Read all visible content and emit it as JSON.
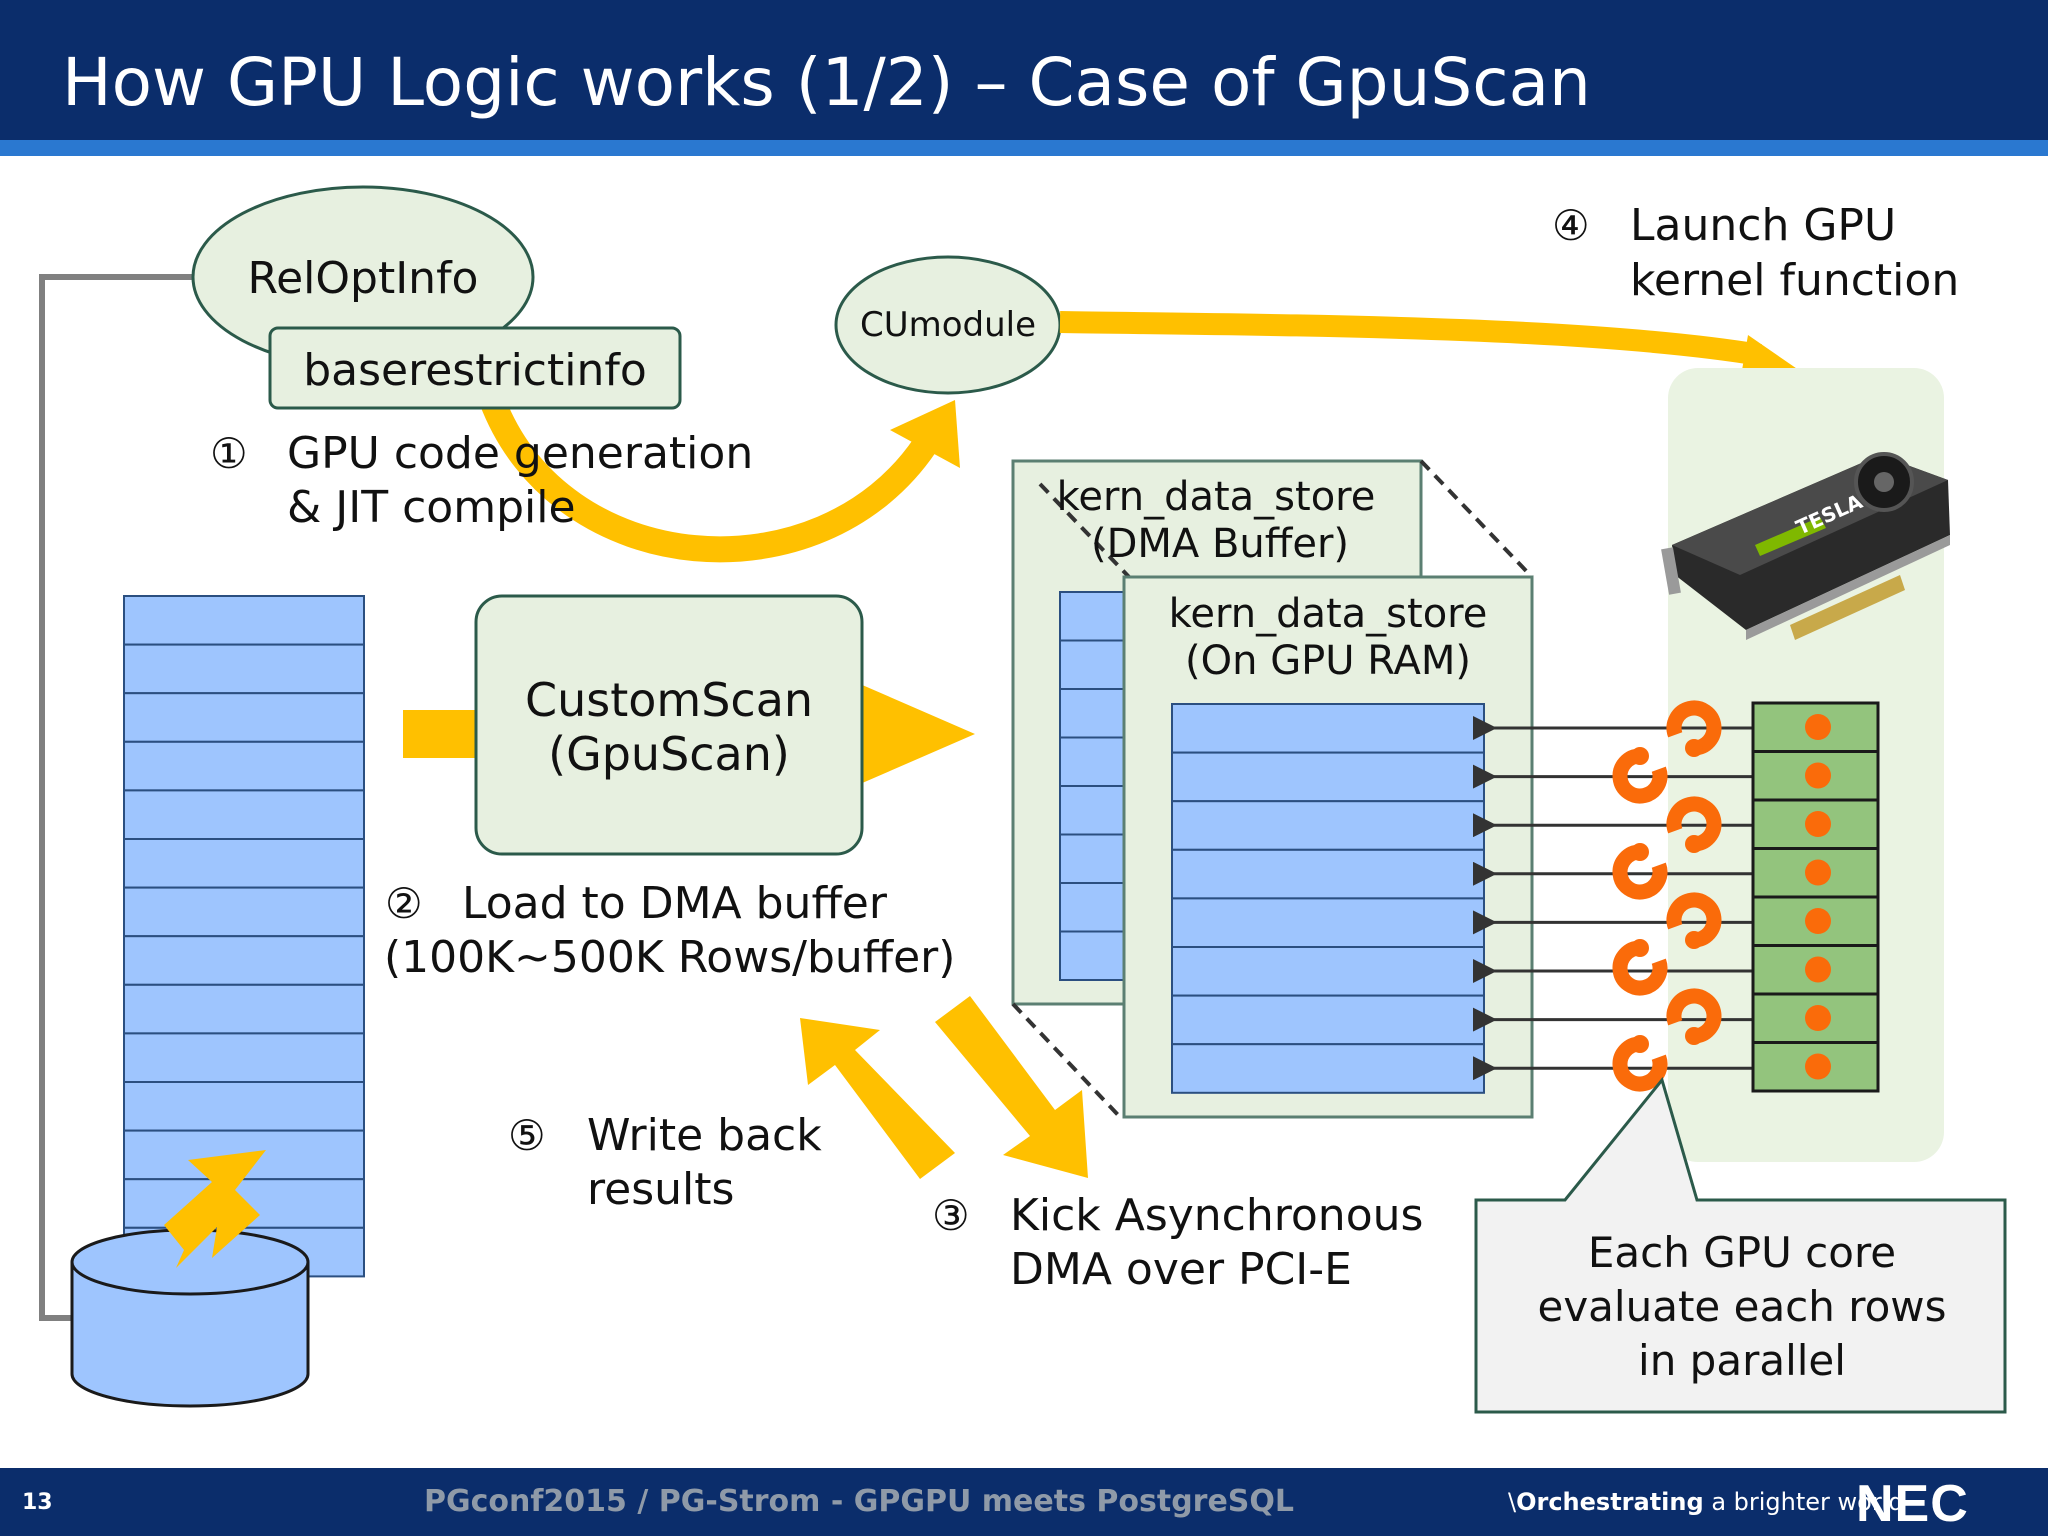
{
  "slide": {
    "title": "How GPU Logic works (1/2) – Case of GpuScan",
    "page_number": "13",
    "footer_text": "PGconf2015 / PG-Strom - GPGPU meets PostgreSQL",
    "tagline_prefix": "Orchestrating",
    "tagline_suffix": "a brighter world",
    "logo": "NEC",
    "colors": {
      "header_bg": "#0b2d6b",
      "arrow_yellow": "#ffc000",
      "rows_blue": "#9ec5fe",
      "node_fill": "#e7f0e0",
      "gpu_core_green": "#93c47d",
      "core_orange": "#fa6b0a"
    }
  },
  "nodes": {
    "reloptinfo": "RelOptInfo",
    "baserestrictinfo": "baserestrictinfo",
    "cumodule": "CUmodule",
    "customscan_line1": "CustomScan",
    "customscan_line2": "(GpuScan)",
    "dma_buffer_line1": "kern_data_store",
    "dma_buffer_line2": "(DMA Buffer)",
    "gpu_ram_line1": "kern_data_store",
    "gpu_ram_line2": "(On GPU RAM)",
    "gpu_card_label": "TESLA"
  },
  "steps": {
    "s1_num": "①",
    "s1_line1": "GPU code generation",
    "s1_line2": "& JIT compile",
    "s2_num": "②",
    "s2_line1": "Load to DMA buffer",
    "s2_line2": "(100K~500K Rows/buffer)",
    "s3_num": "③",
    "s3_line1": "Kick Asynchronous",
    "s3_line2": "DMA over PCI-E",
    "s4_num": "④",
    "s4_line1": "Launch GPU",
    "s4_line2": "kernel function",
    "s5_num": "⑤",
    "s5_line1": "Write back",
    "s5_line2": "results"
  },
  "callout": {
    "line1": "Each GPU core",
    "line2": "evaluate each rows",
    "line3": "in parallel"
  }
}
